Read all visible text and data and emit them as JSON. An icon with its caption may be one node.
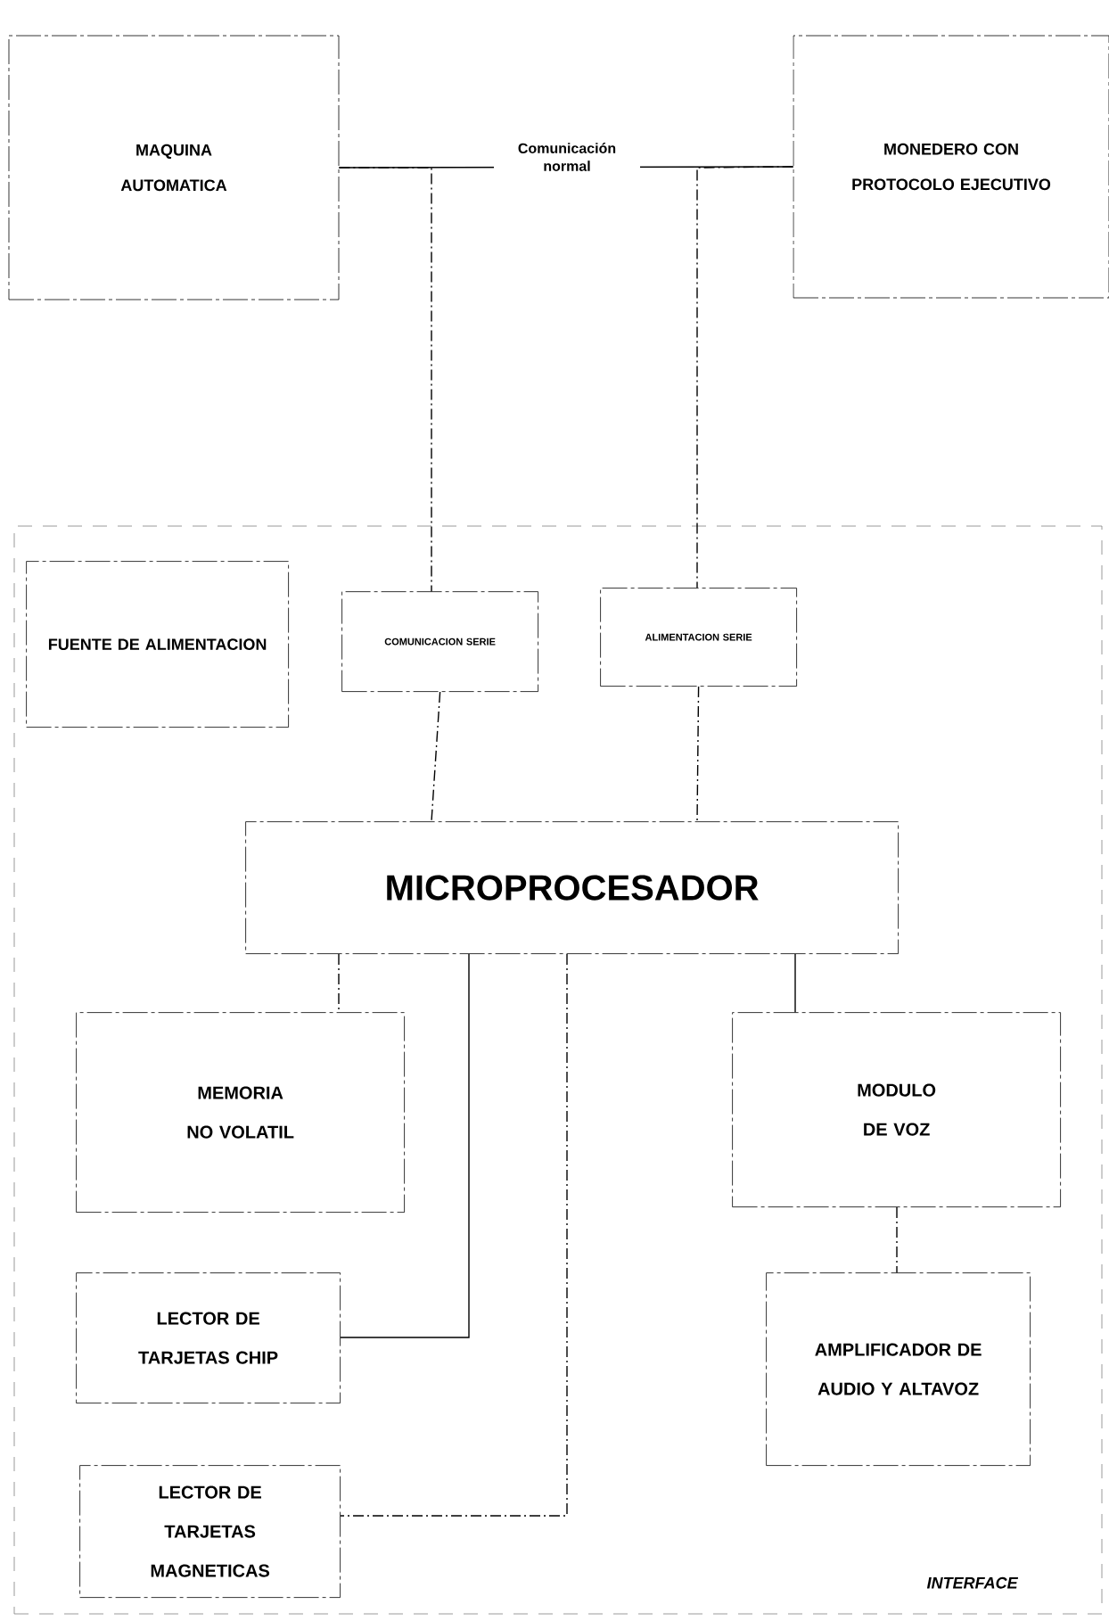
{
  "diagram": {
    "nodes": [
      {
        "text": [
          "MAQUINA AUTOMATICA"
        ]
      },
      {
        "text": [
          "MONEDERO CON PROTOCOLO EJECUTIVO"
        ]
      },
      {
        "text": [
          "INTERFACE"
        ]
      },
      {
        "text": [
          "FUENTE DE ALIMENTACION"
        ],
        "in": 2
      },
      {
        "text": [
          "COMUNICACION SERIE"
        ],
        "in": 2
      },
      {
        "text": [
          "ALIMENTACION SERIE"
        ],
        "in": 2
      },
      {
        "text": [
          "MICROPROCESADOR"
        ],
        "in": 2
      },
      {
        "text": [
          "MEMORIA NO VOLATIL"
        ],
        "in": 2
      },
      {
        "text": [
          "MODULO DE VOZ"
        ],
        "in": 2
      },
      {
        "text": [
          "LECTOR DE TARJETAS CHIP"
        ],
        "in": 2
      },
      {
        "text": [
          "AMPLIFICADOR DE AUDIO Y ALTAVOZ"
        ],
        "in": 2
      },
      {
        "text": [
          "LECTOR DE TARJETAS MAGNETICAS"
        ],
        "in": 2
      }
    ],
    "edges": [
      {
        "from": 0,
        "to": 1,
        "arrow": "none",
        "label": "Comunicación normal"
      },
      {
        "from": 0,
        "to": 4,
        "arrow": "none",
        "style": "dashed"
      },
      {
        "from": 1,
        "to": 5,
        "arrow": "none",
        "style": "dashed"
      },
      {
        "from": 4,
        "to": 6,
        "arrow": "none",
        "style": "dashed"
      },
      {
        "from": 5,
        "to": 6,
        "arrow": "none",
        "style": "dashed"
      },
      {
        "from": 6,
        "to": 7,
        "arrow": "none",
        "style": "dashed"
      },
      {
        "from": 6,
        "to": 9,
        "arrow": "none"
      },
      {
        "from": 6,
        "to": 11,
        "arrow": "none",
        "style": "dashed"
      },
      {
        "from": 6,
        "to": 8,
        "arrow": "none"
      },
      {
        "from": 8,
        "to": 10,
        "arrow": "none",
        "style": "dashed"
      }
    ]
  }
}
